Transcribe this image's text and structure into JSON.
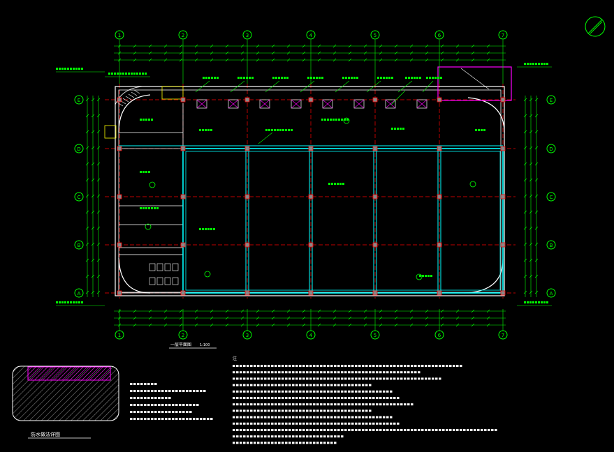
{
  "grid": {
    "columns": [
      "1",
      "2",
      "3",
      "4",
      "5",
      "6",
      "7"
    ],
    "rows": [
      "E",
      "D",
      "C",
      "B",
      "A"
    ]
  },
  "drawing": {
    "title": "一层平面图",
    "scale": "1:100"
  },
  "notes": {
    "header": "注"
  },
  "detail": {
    "title": "防水做法详图"
  },
  "colors": {
    "background": "#000000",
    "axis": "#00ff00",
    "wall": "#ffffff",
    "structure": "#00ffff",
    "gridline": "#ff0000",
    "annotation": "#00ff00",
    "highlight": "#ff00ff",
    "accent": "#ffff00"
  }
}
